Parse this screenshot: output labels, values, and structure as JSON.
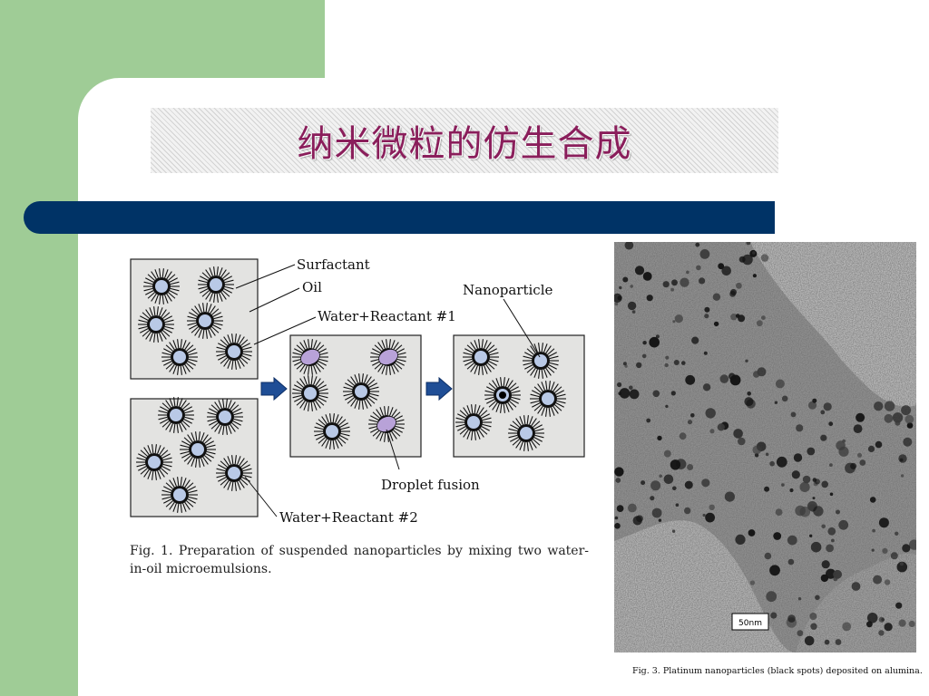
{
  "slide": {
    "title": "纳米微粒的仿生合成",
    "colors": {
      "green_band": "#9fcc96",
      "navy_bar": "#003366",
      "title_text": "#8a1e5b"
    }
  },
  "figure1": {
    "labels": {
      "surfactant": "Surfactant",
      "oil": "Oil",
      "water_reactant_1": "Water+Reactant #1",
      "water_reactant_2": "Water+Reactant #2",
      "nanoparticle": "Nanoparticle",
      "droplet_fusion": "Droplet fusion"
    },
    "caption": "Fig. 1. Preparation of suspended nanoparticles by mixing two water-in-oil microemulsions."
  },
  "figure3": {
    "scale_bar": "50nm",
    "caption": "Fig. 3. Platinum nanoparticles (black spots) deposited on alumina."
  }
}
